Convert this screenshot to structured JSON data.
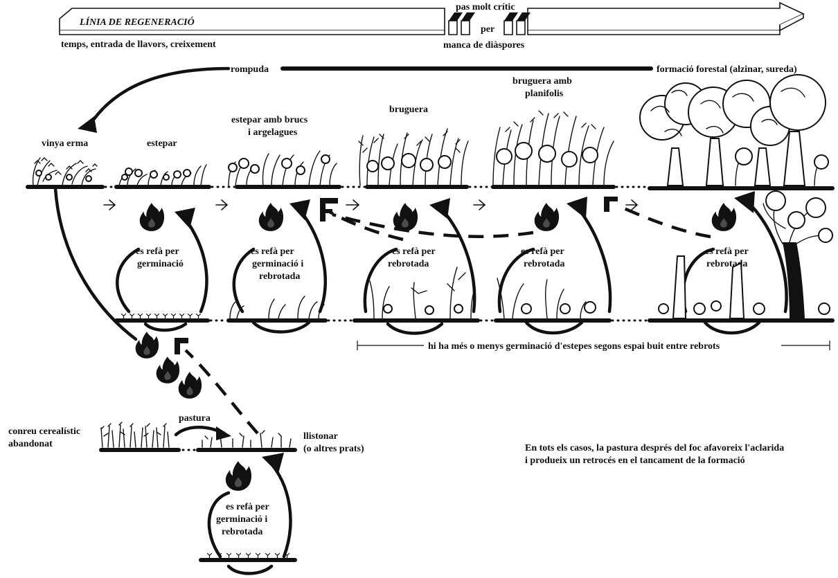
{
  "regeneration_line": {
    "title": "LÍNIA DE REGENERACIÓ",
    "subtitle": "temps, entrada de llavors, creixement",
    "critical_top": "pas molt crític",
    "critical_mid": "per",
    "critical_bottom": "manca de diàspores"
  },
  "clearing": {
    "label": "rompuda",
    "target_label": "formació forestal (alzinar, sureda)"
  },
  "stages": {
    "vinya": "vinya erma",
    "estepar": "estepar",
    "estepar_brucs_1": "estepar amb brucs",
    "estepar_brucs_2": "i argelagues",
    "bruguera": "bruguera",
    "bruguera_plan_1": "bruguera amb",
    "bruguera_plan_2": "planifolis",
    "forestal": "formació forestal (alzinar, sureda)"
  },
  "regrowth": {
    "germinacio_1": "es refà per",
    "germinacio_2": "germinació",
    "mixed_1": "es refà per",
    "mixed_2": "germinació i",
    "mixed_3": "rebrotada",
    "rebrot_1": "es refà per",
    "rebrot_2": "rebrotada"
  },
  "germination_range": "hi ha més o menys germinació d'estepes segons espai buit entre rebrots",
  "lower": {
    "conreu_1": "conreu cerealístic",
    "conreu_2": "abandonat",
    "pastura": "pastura",
    "llistonar_1": "llistonar",
    "llistonar_2": "(o altres prats)",
    "refa_1": "es refà per",
    "refa_2": "germinació i",
    "refa_3": "rebrotada"
  },
  "note": {
    "line1": "En tots els casos, la pastura després del foc afavoreix l'aclarida",
    "line2": "i produeix un retrocés en el tancament de la formació"
  }
}
